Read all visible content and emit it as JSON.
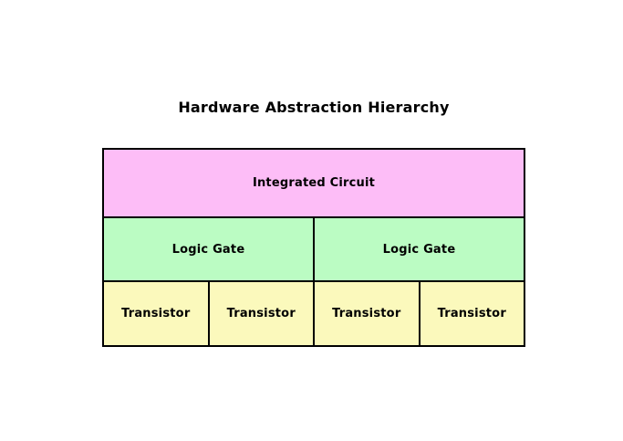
{
  "title": "Hardware Abstraction Hierarchy",
  "palette": {
    "background": "#ffffff",
    "outline": "#000000",
    "text": "#000000",
    "integrated_circuit_fill": "#fdbdf7",
    "logic_gate_fill": "#bbfcc3",
    "transistor_fill": "#fbf9bc"
  },
  "levels": [
    {
      "name": "Integrated Circuit",
      "fill": "#fdbdf7",
      "cells": [
        "Integrated Circuit"
      ]
    },
    {
      "name": "Logic Gate",
      "fill": "#bbfcc3",
      "cells": [
        "Logic Gate",
        "Logic Gate"
      ]
    },
    {
      "name": "Transistor",
      "fill": "#fbf9bc",
      "cells": [
        "Transistor",
        "Transistor",
        "Transistor",
        "Transistor"
      ]
    }
  ]
}
